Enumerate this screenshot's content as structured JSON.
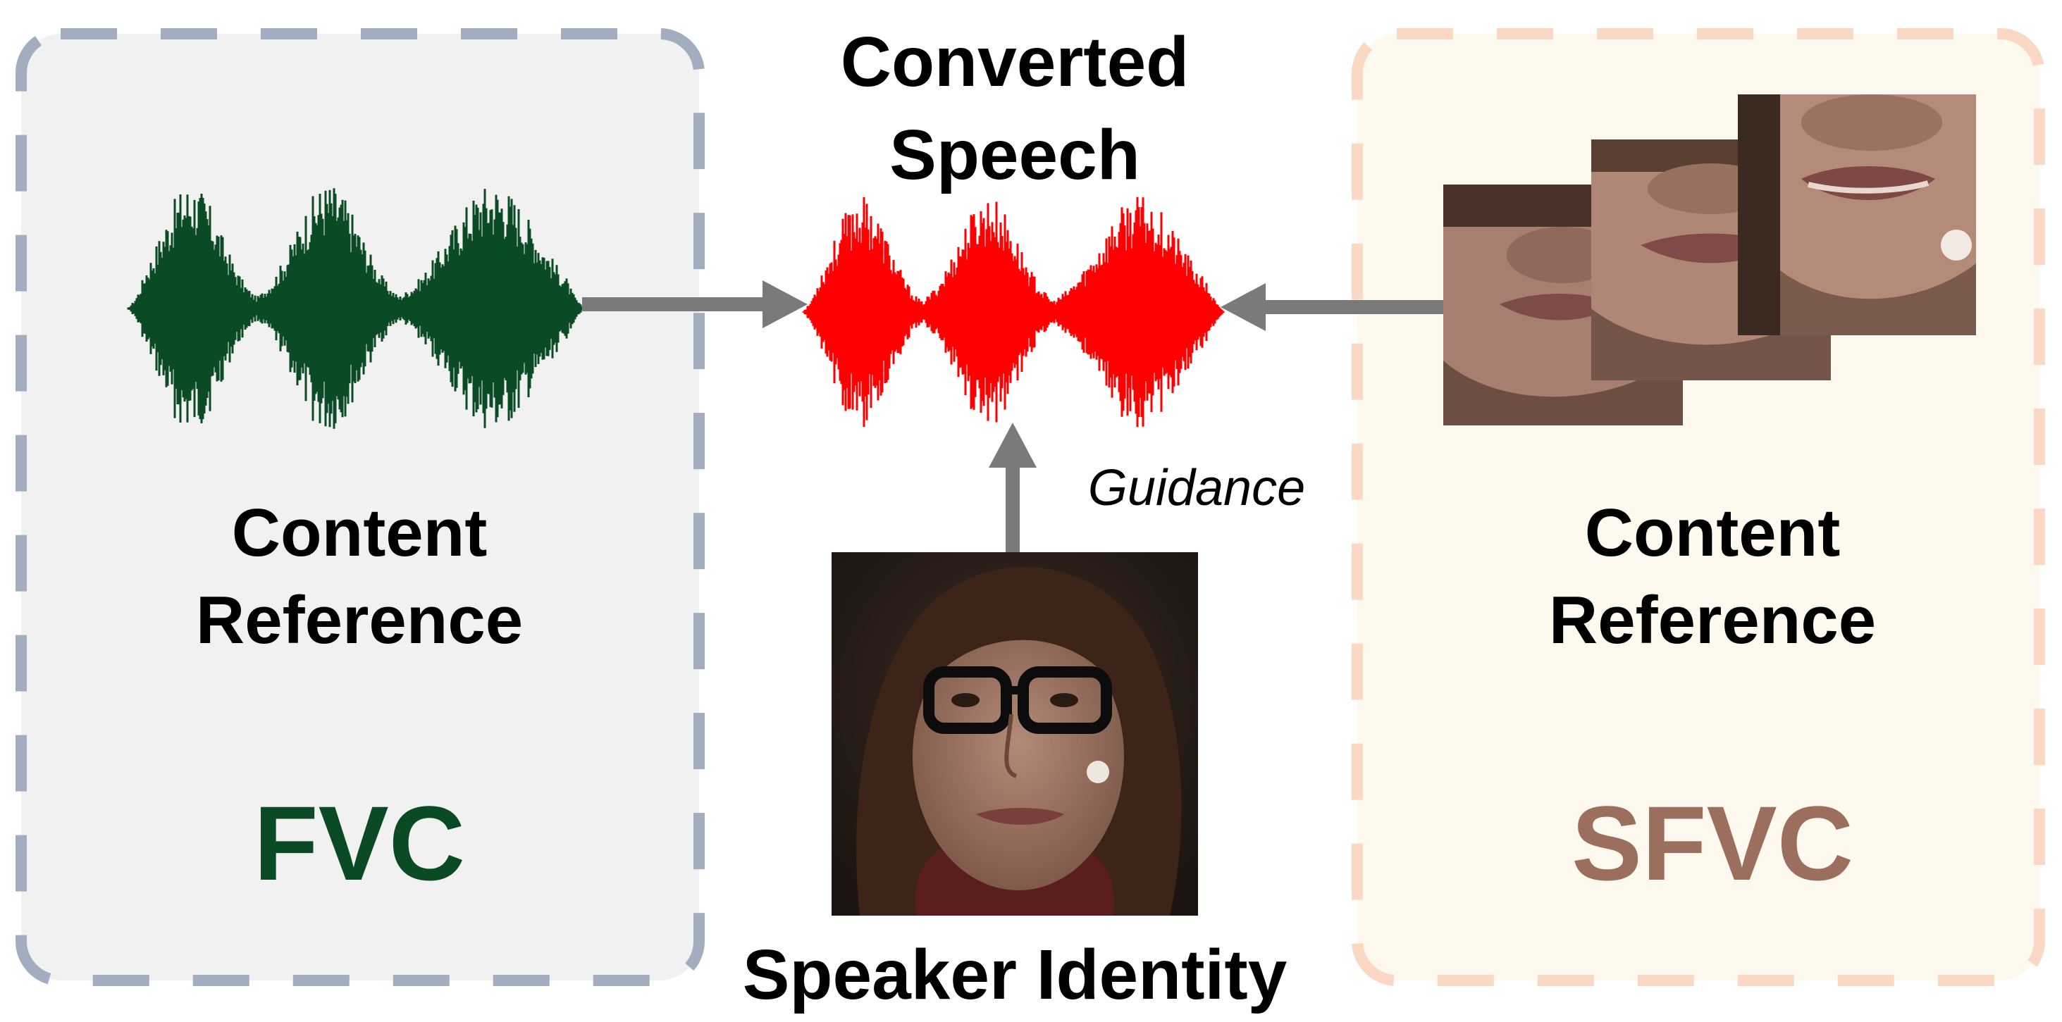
{
  "left_panel": {
    "label_line1": "Content",
    "label_line2": "Reference",
    "tag": "FVC",
    "tag_color": "#0a4a24",
    "border_color": "#a3adc0",
    "fill_color": "#f1f1f1",
    "wave_color": "#0a4a24"
  },
  "center": {
    "title_line1": "Converted",
    "title_line2": "Speech",
    "wave_color": "#ff0000",
    "guidance_label": "Guidance",
    "speaker_label": "Speaker Identity",
    "arrow_color": "#7a7a7a"
  },
  "right_panel": {
    "label_line1": "Content",
    "label_line2": "Reference",
    "tag": "SFVC",
    "tag_color": "#9b6e5e",
    "border_color": "#fbd8c4",
    "fill_color": "#fef9ee"
  },
  "icons": {
    "source_waveform": "waveform-icon",
    "converted_waveform": "waveform-icon",
    "speaker_photo": "face-photo",
    "lip_frames": "lip-frame-photo"
  }
}
